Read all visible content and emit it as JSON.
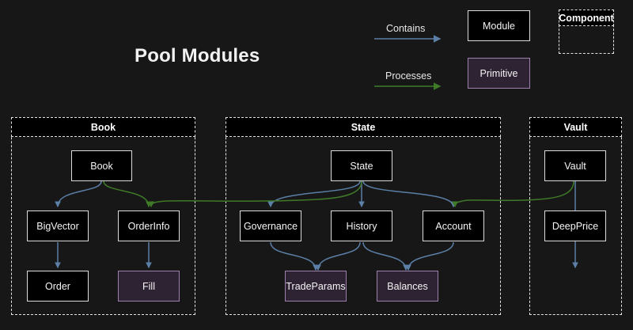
{
  "page": {
    "title": "Pool Modules",
    "background_color": "#171717"
  },
  "colors": {
    "module_fill": "#000000",
    "module_border": "#dcdcdc",
    "primitive_fill": "#2e2333",
    "primitive_border": "#9d80ab",
    "group_border": "#e3e3e3",
    "contains_edge": "#5b7fa6",
    "processes_edge": "#3f7a28",
    "text": "#f5f5f5"
  },
  "legend": {
    "contains_label": "Contains",
    "processes_label": "Processes",
    "module_label": "Module",
    "primitive_label": "Primitive",
    "component_label": "Component"
  },
  "groups": [
    {
      "id": "book",
      "label": "Book"
    },
    {
      "id": "state",
      "label": "State"
    },
    {
      "id": "vault",
      "label": "Vault"
    }
  ],
  "nodes": [
    {
      "id": "book",
      "label": "Book",
      "type": "module",
      "group": "book"
    },
    {
      "id": "bigvector",
      "label": "BigVector",
      "type": "module",
      "group": "book"
    },
    {
      "id": "orderinfo",
      "label": "OrderInfo",
      "type": "module",
      "group": "book"
    },
    {
      "id": "order",
      "label": "Order",
      "type": "module",
      "group": "book"
    },
    {
      "id": "fill",
      "label": "Fill",
      "type": "primitive",
      "group": "book"
    },
    {
      "id": "state",
      "label": "State",
      "type": "module",
      "group": "state"
    },
    {
      "id": "governance",
      "label": "Governance",
      "type": "module",
      "group": "state"
    },
    {
      "id": "history",
      "label": "History",
      "type": "module",
      "group": "state"
    },
    {
      "id": "account",
      "label": "Account",
      "type": "module",
      "group": "state"
    },
    {
      "id": "tradeparams",
      "label": "TradeParams",
      "type": "primitive",
      "group": "state"
    },
    {
      "id": "balances",
      "label": "Balances",
      "type": "primitive",
      "group": "state"
    },
    {
      "id": "vault",
      "label": "Vault",
      "type": "module",
      "group": "vault"
    },
    {
      "id": "deepprice",
      "label": "DeepPrice",
      "type": "module",
      "group": "vault"
    }
  ],
  "edges": [
    {
      "from": "book",
      "to": "bigvector",
      "kind": "contains"
    },
    {
      "from": "bigvector",
      "to": "order",
      "kind": "contains"
    },
    {
      "from": "orderinfo",
      "to": "fill",
      "kind": "contains"
    },
    {
      "from": "state",
      "to": "governance",
      "kind": "contains"
    },
    {
      "from": "state",
      "to": "history",
      "kind": "contains"
    },
    {
      "from": "state",
      "to": "account",
      "kind": "contains"
    },
    {
      "from": "governance",
      "to": "tradeparams",
      "kind": "contains"
    },
    {
      "from": "history",
      "to": "tradeparams",
      "kind": "contains"
    },
    {
      "from": "history",
      "to": "balances",
      "kind": "contains"
    },
    {
      "from": "account",
      "to": "balances",
      "kind": "contains"
    },
    {
      "from": "vault",
      "to": "deepprice",
      "kind": "contains"
    },
    {
      "from": "book",
      "to": "orderinfo",
      "kind": "processes"
    },
    {
      "from": "state",
      "to": "orderinfo",
      "kind": "processes"
    },
    {
      "from": "vault",
      "to": "account",
      "kind": "processes"
    }
  ]
}
